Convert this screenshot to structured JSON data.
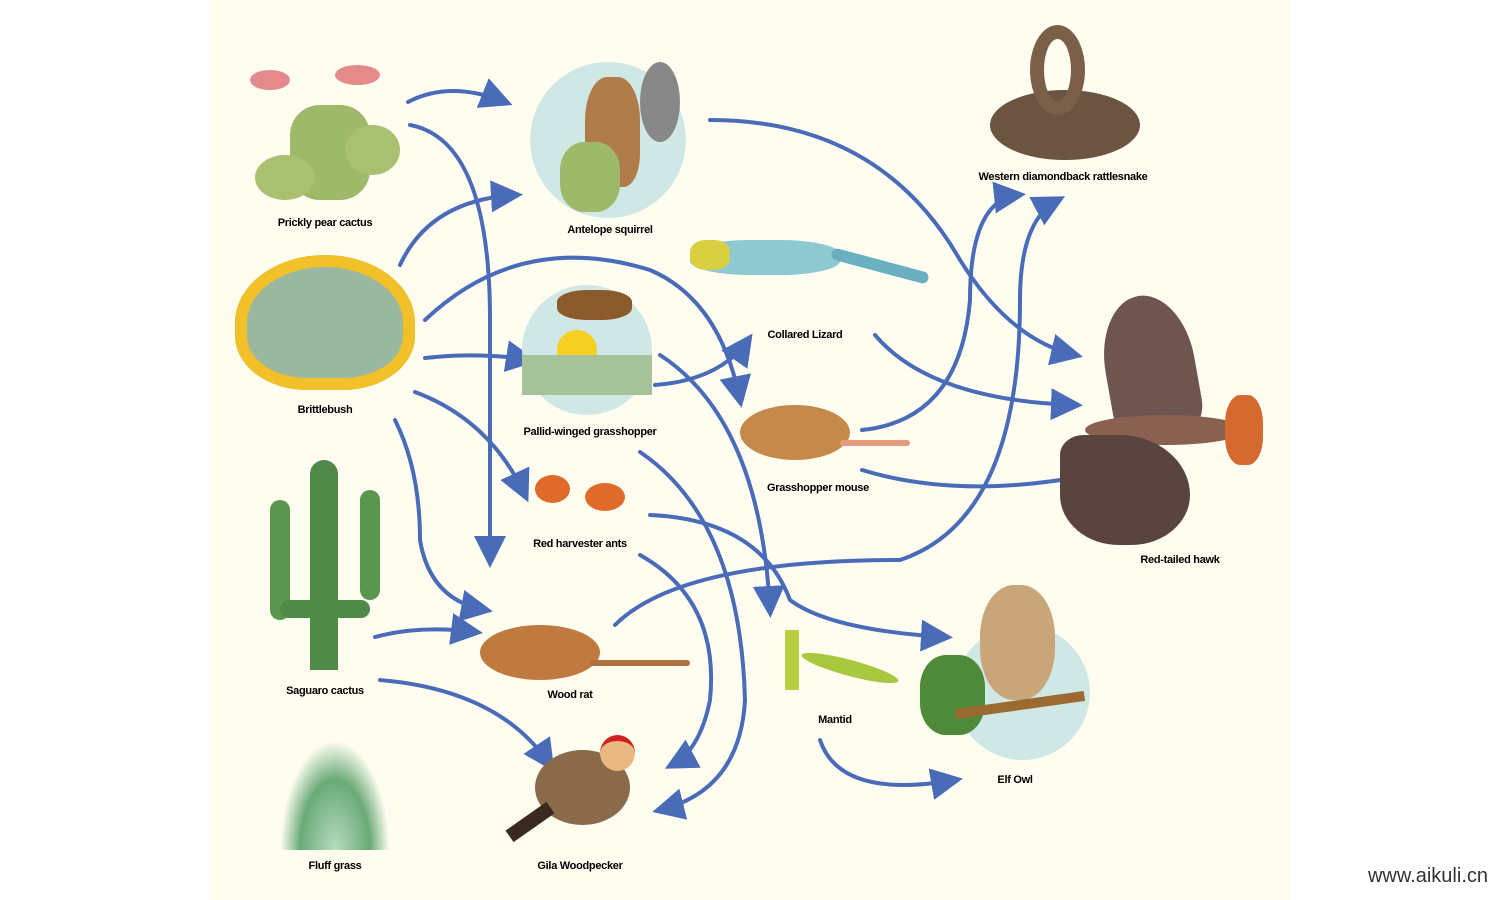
{
  "title": "Desert food web",
  "organisms": {
    "prickly_pear": "Prickly pear cactus",
    "antelope_squirrel": "Antelope squirrel",
    "brittlebush": "Brittlebush",
    "grasshopper": "Pallid-winged grasshopper",
    "collared_lizard": "Collared Lizard",
    "grasshopper_mouse": "Grasshopper mouse",
    "rattlesnake": "Western diamondback rattlesnake",
    "hawk": "Red-tailed hawk",
    "harvester_ant": "Red harvester ants",
    "saguaro": "Saguaro cactus",
    "wood_rat": "Wood rat",
    "mantid": "Mantid",
    "elf_owl": "Elf Owl",
    "fluff_grass": "Fluff grass",
    "woodpecker": "Gila Woodpecker"
  },
  "colors": {
    "arrow": "#4a6cb8",
    "background": "#fefdf0"
  },
  "watermark": "www.aikuli.cn"
}
